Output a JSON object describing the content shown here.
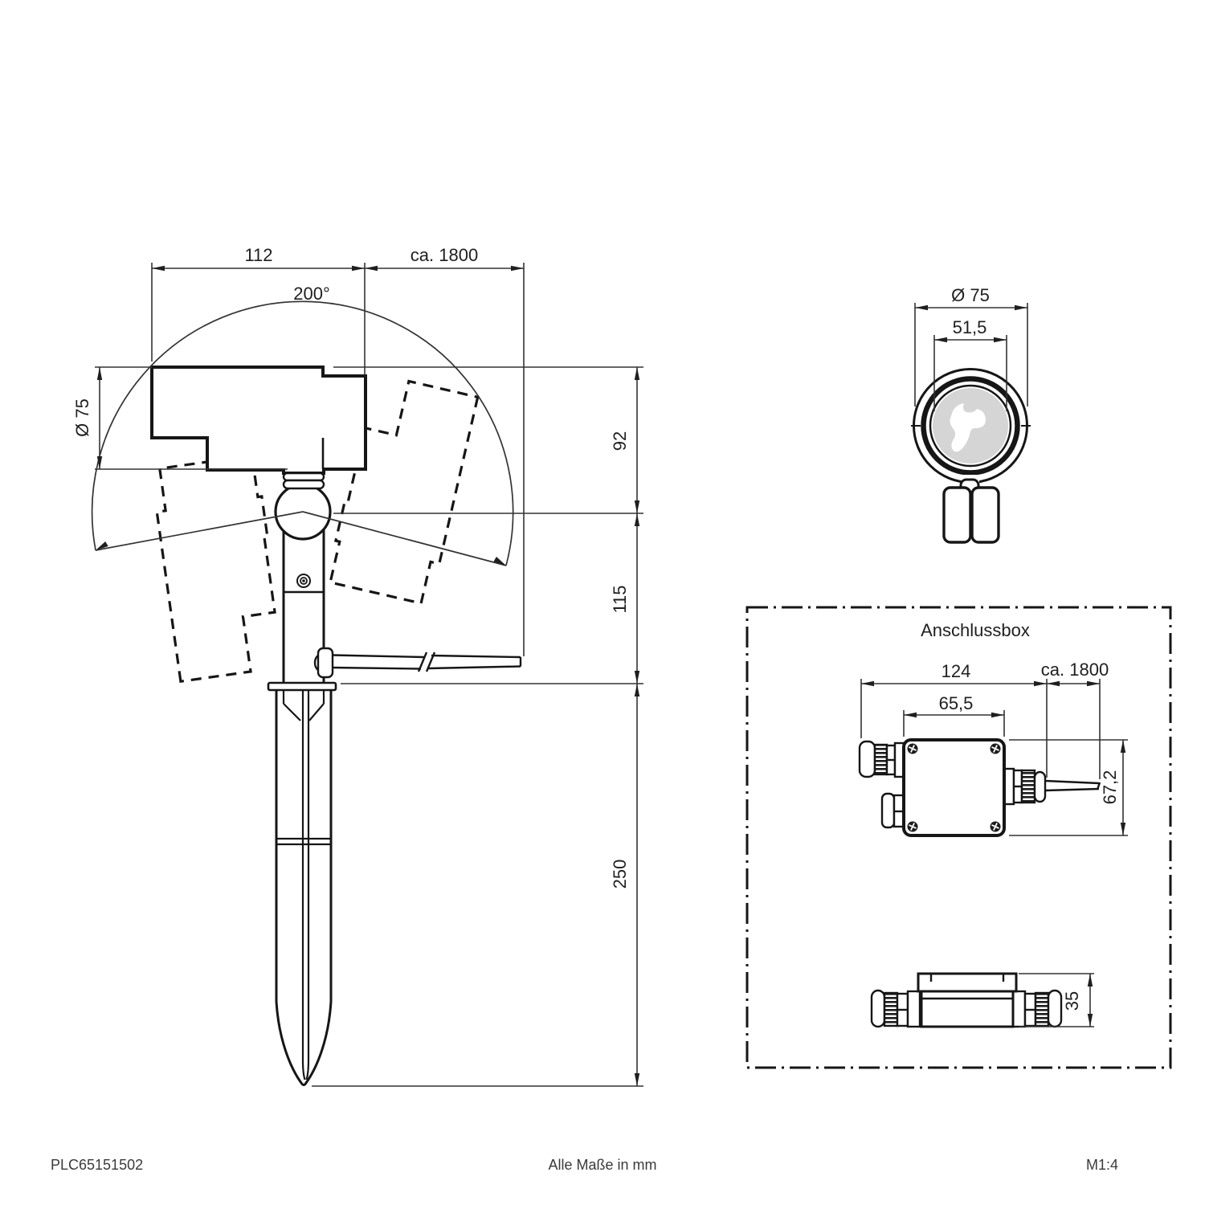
{
  "side_view": {
    "dim_head_length": "112",
    "dim_cable_length": "ca. 1800",
    "dim_swivel_angle": "200°",
    "dim_head_diameter": "Ø 75",
    "dim_head_height": "92",
    "dim_body_height": "115",
    "dim_spike_length": "250"
  },
  "front_view": {
    "dim_outer_diameter": "Ø 75",
    "dim_lens_diameter": "51,5"
  },
  "junction_box": {
    "title": "Anschlussbox",
    "dim_total_length": "124",
    "dim_cable_length": "ca. 1800",
    "dim_body_length": "65,5",
    "dim_height": "67,2",
    "dim_depth": "35"
  },
  "footer": {
    "product_code": "PLC65151502",
    "units_note": "Alle Maße in mm",
    "scale": "M1:4"
  },
  "colors": {
    "object_line": "#161616",
    "dim_line": "#333333",
    "lens_fill": "#d5d5d5",
    "background": "#ffffff"
  }
}
